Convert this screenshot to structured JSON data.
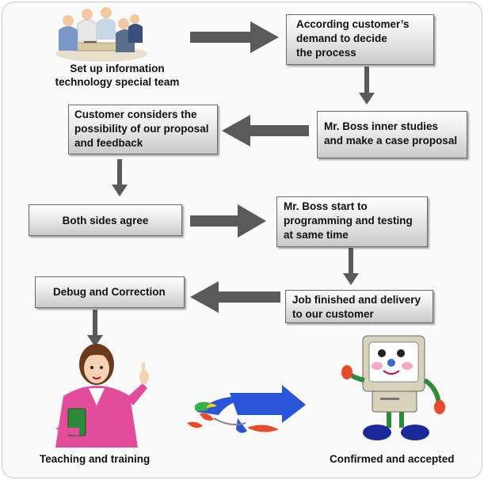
{
  "steps": {
    "team": "Set up information\ntechnology special team",
    "demand": "According customer’s\ndemand to decide\nthe process",
    "proposal": "Mr. Boss inner studies\nand make a case proposal",
    "feedback": "Customer considers the\npossibility of our proposal\nand feedback",
    "agree": "Both sides agree",
    "programming": "Mr. Boss start to\nprogramming and testing\nat same time",
    "delivery": "Job finished and delivery\nto our customer",
    "debug": "Debug and Correction",
    "training": "Teaching and training",
    "accepted": "Confirmed and accepted"
  },
  "colors": {
    "arrow": "#5a5a5a",
    "box_border": "#6a6a6a",
    "blue_arrow": "#2a55d8",
    "pink": "#e24c9a",
    "monitor": "#d8d2bc"
  }
}
